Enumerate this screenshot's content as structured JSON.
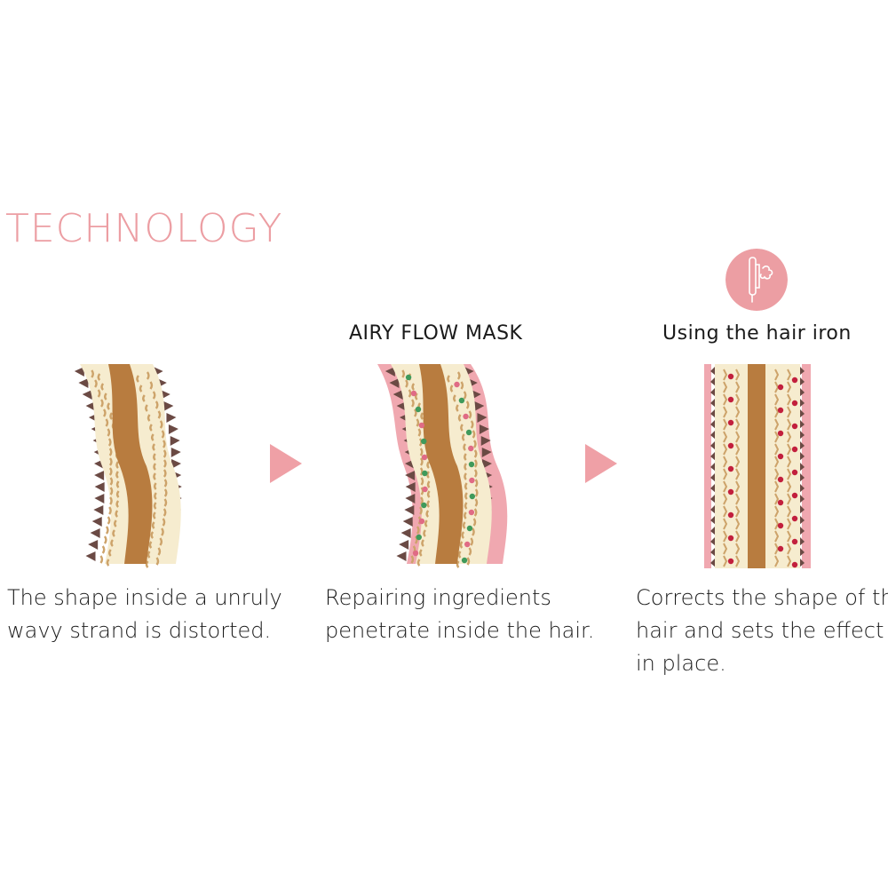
{
  "title": "TECHNOLOGY",
  "colors": {
    "accent": "#ec9ea3",
    "arrow": "#efa0a6",
    "cortex": "#b87c3f",
    "cuticle": "#f6eccf",
    "fiber": "#cda36a",
    "mask": "#f0a8b0",
    "scale": "#6b4a44",
    "dot_green": "#3f9a5b",
    "dot_pink": "#e06b85",
    "dot_red": "#c21f3d"
  },
  "steps": [
    {
      "label": "",
      "caption_lines": [
        "The shape inside a unruly",
        "wavy strand is distorted."
      ]
    },
    {
      "label": "AIRY FLOW MASK",
      "caption_lines": [
        "Repairing ingredients",
        "penetrate inside the hair."
      ]
    },
    {
      "label": "Using the hair iron",
      "icon": "hair-iron-steam-icon",
      "caption_lines": [
        "Corrects the shape of the",
        "hair and sets the effect",
        "in place."
      ]
    }
  ]
}
